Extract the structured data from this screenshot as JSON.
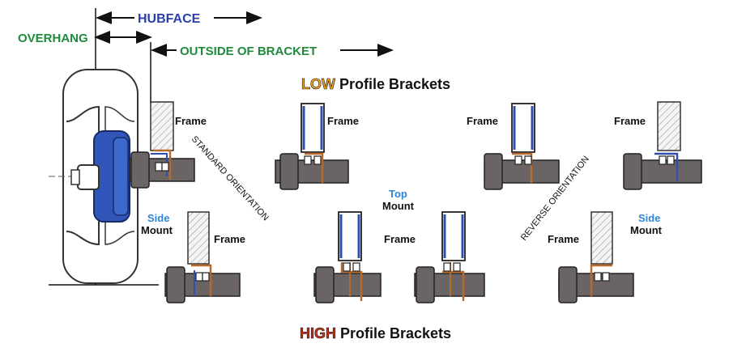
{
  "dimensions": {
    "hubface": "HUBFACE",
    "overhang": "OVERHANG",
    "outside_of_bracket": "OUTSIDE OF BRACKET"
  },
  "headings": {
    "low_prefix": "LOW",
    "low_suffix": " Profile Brackets",
    "high_prefix": "HIGH",
    "high_suffix": " Profile Brackets"
  },
  "orientations": {
    "standard": "STANDARD ORIENTATION",
    "reverse": "REVERSE ORIENTATION"
  },
  "mounts": {
    "side": "Side",
    "top": "Top",
    "mount": "Mount"
  },
  "frame_label": "Frame",
  "colors": {
    "blue_dim": "#2a3fa8",
    "green_dim": "#1e8a3c",
    "low_accent": "#f0a21a",
    "high_accent": "#c8361a",
    "mount_blue": "#2e86d6",
    "hub_blue": "#2f56b8",
    "axle": "#6a6464",
    "bracket_blue": "#3050b0",
    "bracket_copper": "#b86a2c"
  }
}
